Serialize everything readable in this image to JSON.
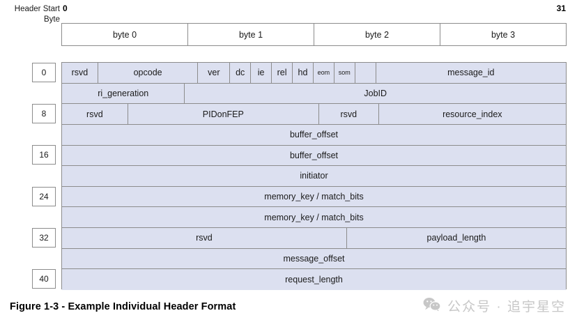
{
  "figure": {
    "caption": "Figure 1-3 - Example Individual Header Format",
    "header_start_label_line1": "Header Start",
    "header_start_label_line2": "Byte"
  },
  "bit_index": {
    "start": "0",
    "end": "31"
  },
  "byte_header": {
    "columns": [
      {
        "label": "byte 0"
      },
      {
        "label": "byte 1"
      },
      {
        "label": "byte 2"
      },
      {
        "label": "byte 3"
      }
    ]
  },
  "offsets": [
    {
      "label": "0",
      "row": 0
    },
    {
      "label": "8",
      "row": 2
    },
    {
      "label": "16",
      "row": 4
    },
    {
      "label": "24",
      "row": 6
    },
    {
      "label": "32",
      "row": 8
    },
    {
      "label": "40",
      "row": 10
    }
  ],
  "rows": [
    {
      "index": 0,
      "cells": [
        {
          "label": "rsvd",
          "width_pct": 7.17,
          "tiny": false
        },
        {
          "label": "opcode",
          "width_pct": 19.86,
          "tiny": false
        },
        {
          "label": "ver",
          "width_pct": 6.34,
          "tiny": false
        },
        {
          "label": "dc",
          "width_pct": 4.14,
          "tiny": false
        },
        {
          "label": "ie",
          "width_pct": 4.14,
          "tiny": false
        },
        {
          "label": "rel",
          "width_pct": 4.14,
          "tiny": false
        },
        {
          "label": "hd",
          "width_pct": 4.14,
          "tiny": false
        },
        {
          "label": "eom",
          "width_pct": 4.14,
          "tiny": true
        },
        {
          "label": "som",
          "width_pct": 4.14,
          "tiny": true
        },
        {
          "label": "",
          "width_pct": 4.14,
          "tiny": false
        },
        {
          "label": "message_id",
          "width_pct": 37.65,
          "tiny": false
        }
      ]
    },
    {
      "index": 1,
      "cells": [
        {
          "label": "ri_generation",
          "width_pct": 24.41,
          "tiny": false
        },
        {
          "label": "JobID",
          "width_pct": 75.59,
          "tiny": false
        }
      ]
    },
    {
      "index": 2,
      "cells": [
        {
          "label": "rsvd",
          "width_pct": 13.1,
          "tiny": false
        },
        {
          "label": "PIDonFEP",
          "width_pct": 37.93,
          "tiny": false
        },
        {
          "label": "rsvd",
          "width_pct": 11.86,
          "tiny": false
        },
        {
          "label": "resource_index",
          "width_pct": 37.11,
          "tiny": false
        }
      ]
    },
    {
      "index": 3,
      "cells": [
        {
          "label": "buffer_offset",
          "width_pct": 100,
          "tiny": false
        }
      ]
    },
    {
      "index": 4,
      "cells": [
        {
          "label": "buffer_offset",
          "width_pct": 100,
          "tiny": false
        }
      ]
    },
    {
      "index": 5,
      "cells": [
        {
          "label": "initiator",
          "width_pct": 100,
          "tiny": false
        }
      ]
    },
    {
      "index": 6,
      "cells": [
        {
          "label": "memory_key / match_bits",
          "width_pct": 100,
          "tiny": false
        }
      ]
    },
    {
      "index": 7,
      "cells": [
        {
          "label": "memory_key / match_bits",
          "width_pct": 100,
          "tiny": false
        }
      ]
    },
    {
      "index": 8,
      "cells": [
        {
          "label": "rsvd",
          "width_pct": 56.55,
          "tiny": false
        },
        {
          "label": "payload_length",
          "width_pct": 43.45,
          "tiny": false
        }
      ]
    },
    {
      "index": 9,
      "cells": [
        {
          "label": "message_offset",
          "width_pct": 100,
          "tiny": false
        }
      ]
    },
    {
      "index": 10,
      "cells": [
        {
          "label": "request_length",
          "width_pct": 100,
          "tiny": false
        }
      ]
    }
  ],
  "watermark": {
    "icon": "wechat-icon",
    "text": "公众号 · 追宇星空"
  },
  "colors": {
    "field_fill": "#dce0f0",
    "border": "#8c8c8c",
    "text": "#1a1a1a",
    "watermark": "#c7c7c7",
    "page_background": "#ffffff"
  }
}
